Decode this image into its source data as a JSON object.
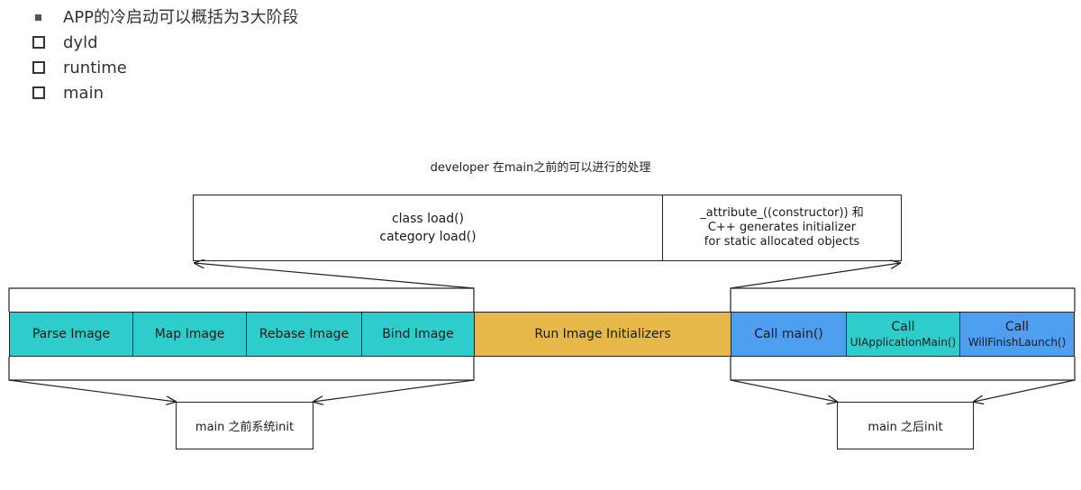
{
  "bullets": [
    {
      "marker": "small-square-icon",
      "text": "APP的冷启动可以概括为3大阶段"
    },
    {
      "marker": "checkbox-icon",
      "text": "dyld"
    },
    {
      "marker": "checkbox-icon",
      "text": "runtime"
    },
    {
      "marker": "checkbox-icon",
      "text": "main"
    }
  ],
  "diagram": {
    "title": "developer 在main之前的可以进行的处理",
    "developer_boxes": {
      "left": {
        "line1": "class load()",
        "line2": "category load()"
      },
      "right": {
        "line1": "_attribute_((constructor)) 和",
        "line2": "C++ generates initializer",
        "line3": "for static allocated objects"
      }
    },
    "stages": {
      "parse": "Parse Image",
      "map": "Map Image",
      "rebase": "Rebase Image",
      "bind": "Bind Image",
      "run": "Run Image Initializers",
      "call_main": "Call main()",
      "call_uiapp": {
        "line1": "Call",
        "line2": "UIApplicationMain()"
      },
      "call_willfinish": {
        "line1": "Call",
        "line2": "WillFinishLaunch()"
      }
    },
    "bottom": {
      "before": "main 之前系统init",
      "after": "main 之后init"
    },
    "colors": {
      "teal": "#2ecccb",
      "gold": "#e6b84a",
      "blue": "#4f9ff0"
    }
  }
}
